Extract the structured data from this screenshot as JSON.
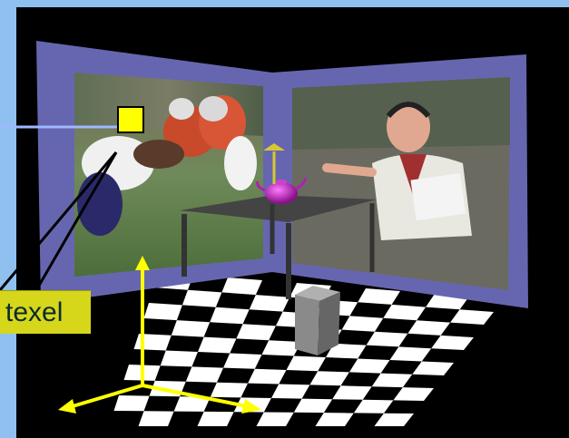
{
  "callout": {
    "label": "texel"
  },
  "colors": {
    "background": "#8FC0F0",
    "scene_bg": "#000000",
    "wall": "#6666B0",
    "callout_bg": "#D6D61A",
    "axis": "#FFFF00",
    "texel_marker": "#FFFF00",
    "pointer_line": "#9FB8FF",
    "teapot": "#C020C0",
    "table": "#404040",
    "box": "#8A8A8A"
  },
  "images": {
    "left_wall_picture": "football-players-photo",
    "right_wall_picture": "coach-with-headset-photo"
  },
  "icons": {
    "axes": "coordinate-axes-icon"
  }
}
